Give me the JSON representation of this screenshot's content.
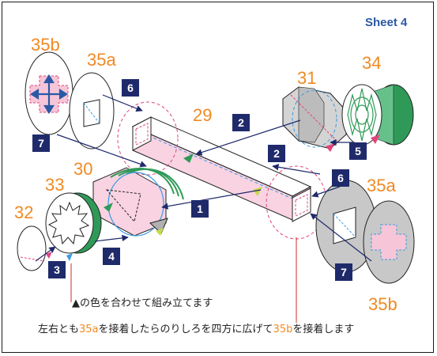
{
  "sheet_label": "Sheet 4",
  "part_labels": {
    "p35b_top": "35b",
    "p35a_top": "35a",
    "p29": "29",
    "p31": "31",
    "p34": "34",
    "p30": "30",
    "p33": "33",
    "p32": "32",
    "p35a_right": "35a",
    "p35b_bottom": "35b"
  },
  "step_badges": {
    "s1": "1",
    "s2_upper": "2",
    "s2_lower": "2",
    "s3": "3",
    "s4": "4",
    "s5": "5",
    "s6_top": "6",
    "s6_right": "6",
    "s7_left": "7",
    "s7_bottom": "7"
  },
  "notes": {
    "align_note": "▲の色を合わせて組み立てます",
    "bottom_part1": "左右とも",
    "bottom_highlight1": "35a",
    "bottom_part2": "を接着したらのりしろを四方に広げて",
    "bottom_highlight2": "35b",
    "bottom_part3": "を接着します"
  },
  "colors": {
    "orange": "#f08a24",
    "navy": "#1f2a6b",
    "pink": "#f6c6d8",
    "magenta_dash": "#e0457b",
    "blue_dash": "#3a9be0",
    "green": "#2f9a57",
    "gray": "#c8c8c8",
    "red_line": "#d02c2c"
  }
}
